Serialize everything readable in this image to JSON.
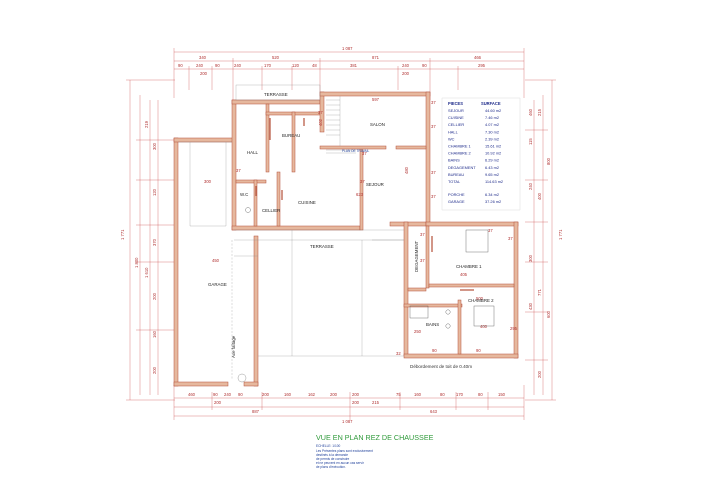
{
  "plan": {
    "rooms": {
      "terrasse_top": "TERRASSE",
      "bureau": "BUREAU",
      "hall": "HALL",
      "wc": "W.C",
      "cellier": "CELLIER",
      "cuisine": "CUISINE",
      "salon": "SALON",
      "sejour": "SEJOUR",
      "terrasse_mid": "TERRASSE",
      "garage": "GARAGE",
      "degagement": "DEGAGEMENT",
      "chambre1": "CHAMBRE 1",
      "chambre2": "CHAMBRE 2",
      "bains": "BAINS",
      "axe_faitage": "Axe faîtage",
      "bar_label": "PLAN DE TRAVAIL"
    },
    "overall_top": "1 087",
    "overall_bottom": "1 087",
    "overall_left": "1 771",
    "overall_right": "1 771",
    "top_row1": [
      "340",
      "520",
      "871",
      "466"
    ],
    "top_row2": [
      "90",
      "240",
      "90",
      "240",
      "170",
      "120",
      "48",
      "381",
      "240",
      "90",
      "295"
    ],
    "top_row2b": [
      "200",
      "200"
    ],
    "bottom_row1": [
      "460",
      "90",
      "240",
      "90",
      "200",
      "160",
      "162",
      "200",
      "200",
      "75",
      "160",
      "80",
      "170",
      "80",
      "150"
    ],
    "bottom_row1b": [
      "200",
      "200",
      "215"
    ],
    "bottom_row2": [
      "887",
      "643"
    ],
    "left_dims": [
      "1 800",
      "1 610",
      "300",
      "120",
      "370",
      "200",
      "160",
      "219",
      "200"
    ],
    "right_dims": [
      "460",
      "215",
      "800",
      "115",
      "240",
      "400",
      "771",
      "300",
      "600",
      "430",
      "200"
    ],
    "interior_dims": [
      "597",
      "37",
      "37",
      "480",
      "37",
      "37",
      "37",
      "37",
      "402",
      "623",
      "37",
      "300",
      "37",
      "405",
      "37",
      "37",
      "450",
      "250",
      "90",
      "90",
      "500",
      "32",
      "400",
      "37",
      "37",
      "295"
    ],
    "debord_note": "Débordement de toit de 0.40m",
    "surfaces": {
      "header_piece": "PIECES",
      "header_surface": "SURFACE",
      "rows": [
        {
          "piece": "SEJOUR",
          "surface": "44.60 m2"
        },
        {
          "piece": "CUISINE",
          "surface": "7.46 m2"
        },
        {
          "piece": "CELLIER",
          "surface": "4.07 m2"
        },
        {
          "piece": "HALL",
          "surface": "7.30 m2"
        },
        {
          "piece": "WC",
          "surface": "2.39 m2"
        },
        {
          "piece": "CHAMBRE 1",
          "surface": "15.61 m2"
        },
        {
          "piece": "CHAMBRE 2",
          "surface": "10.92 m2"
        },
        {
          "piece": "BAINS",
          "surface": "6.29 m2"
        },
        {
          "piece": "DEGAGEMENT",
          "surface": "6.43 m2"
        },
        {
          "piece": "BUREAU",
          "surface": "9.65 m2"
        },
        {
          "piece": "TOTAL",
          "surface": "114.63 m2"
        }
      ],
      "extra_rows": [
        {
          "piece": "PORCHE",
          "surface": "6.34 m2"
        },
        {
          "piece": "GARAGE",
          "surface": "37.26 m2"
        }
      ]
    }
  },
  "caption": {
    "title": "VUE EN PLAN REZ DE CHAUSSEE",
    "scale": "ECHELLE: 1/100",
    "lines": [
      "Les Présentes plans sont exclusivement",
      "destinés à la demande",
      "de permis de construire",
      "et ne peuvent en aucun cas servir",
      "de plans d'exécution."
    ]
  },
  "colors": {
    "wall": "#e6b89e",
    "wall_outline": "#b4513a",
    "dimension": "#c94848",
    "label_blue": "#2b35a0",
    "title_green": "#2f9a3a"
  }
}
